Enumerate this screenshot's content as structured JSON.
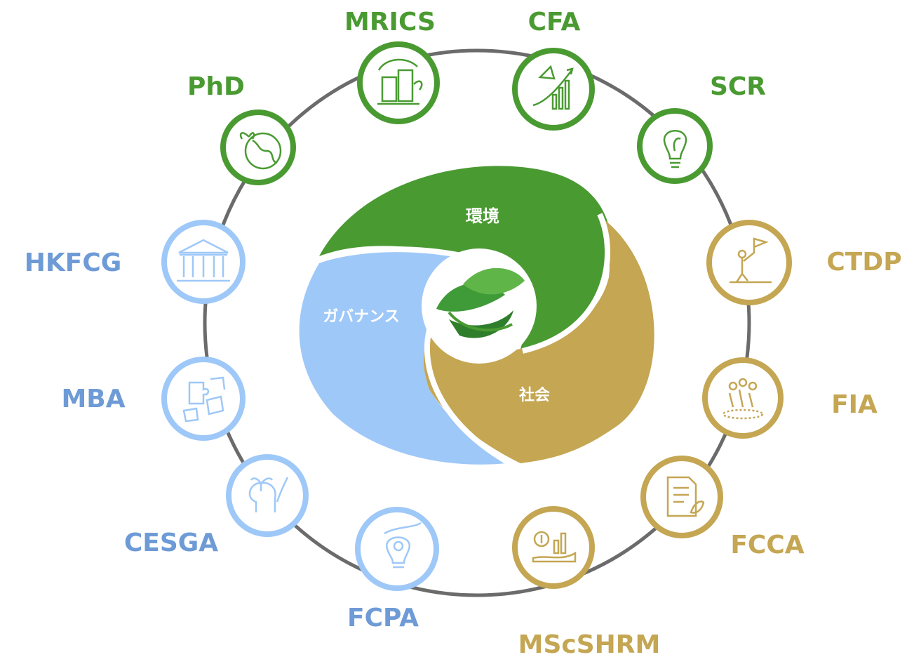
{
  "center": {
    "segments": {
      "environment": "環境",
      "governance": "ガバナンス",
      "social": "社会"
    },
    "logo_icon": "leaf-hand-icon"
  },
  "colors": {
    "green": "#4a9a32",
    "blue": "#9ec8f8",
    "gold": "#c4a653",
    "ring": "#6b6b6b"
  },
  "nodes": [
    {
      "label": "MRICS",
      "group": "green",
      "icon": "sustainable-building-icon"
    },
    {
      "label": "CFA",
      "group": "green",
      "icon": "rocket-growth-chart-icon"
    },
    {
      "label": "SCR",
      "group": "green",
      "icon": "lightbulb-leaf-icon"
    },
    {
      "label": "CTDP",
      "group": "gold",
      "icon": "person-flag-summit-icon"
    },
    {
      "label": "FIA",
      "group": "gold",
      "icon": "team-circle-icon"
    },
    {
      "label": "FCCA",
      "group": "gold",
      "icon": "document-leaf-icon"
    },
    {
      "label": "MScSHRM",
      "group": "gold",
      "icon": "hand-money-growth-icon"
    },
    {
      "label": "FCPA",
      "group": "blue",
      "icon": "lightbulb-gear-icon"
    },
    {
      "label": "CESGA",
      "group": "blue",
      "icon": "head-sprout-icon"
    },
    {
      "label": "MBA",
      "group": "blue",
      "icon": "puzzle-pieces-icon"
    },
    {
      "label": "HKFCG",
      "group": "blue",
      "icon": "institution-building-icon"
    },
    {
      "label": "PhD",
      "group": "green",
      "icon": "globe-plant-icon"
    }
  ]
}
